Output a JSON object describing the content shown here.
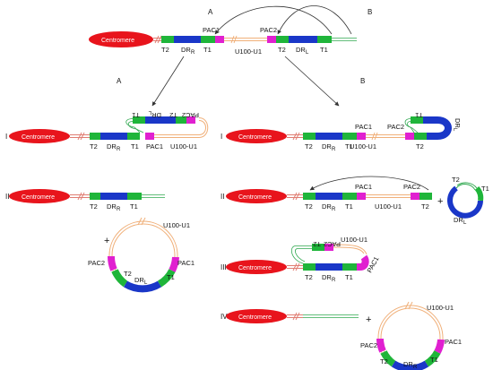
{
  "colors": {
    "centromere": "#e8141c",
    "arm": "#e07d72",
    "telomere": "#2fa84f",
    "t_block": "#1fb53a",
    "dr_block": "#1a37c8",
    "pac_block": "#e020d0",
    "u100": "#f0b07a",
    "arrow": "#555555"
  },
  "top": {
    "centromere": "Centromere",
    "labels": [
      "T2",
      "DR",
      "R",
      "T1",
      "PAC1",
      "U100-U1",
      "PAC2",
      "T2",
      "DR",
      "L",
      "T1"
    ],
    "arrow_a": "A",
    "arrow_b": "B"
  },
  "branch_a": {
    "label": "A",
    "step1": {
      "roman": "I",
      "centromere": "Centromere",
      "bottom": [
        "T2",
        "DR",
        "R",
        "T1",
        "PAC1",
        "U100-U1"
      ],
      "flipped": [
        "T1",
        "DR",
        "L",
        "T2",
        "PAC2"
      ]
    },
    "step2": {
      "roman": "II",
      "centromere": "Centromere",
      "bottom": [
        "T2",
        "DR",
        "R",
        "T1"
      ],
      "plus": "+",
      "circle": [
        "U100-U1",
        "PAC2",
        "T2",
        "DR",
        "L",
        "T1",
        "PAC1"
      ]
    }
  },
  "branch_b": {
    "label": "B",
    "step1": {
      "roman": "I",
      "centromere": "Centromere",
      "bottom": [
        "T2",
        "DR",
        "R",
        "T1",
        "PAC1",
        "U100-U1",
        "PAC2",
        "T2"
      ],
      "flipped": [
        "T1"
      ],
      "side": [
        "DR",
        "L"
      ]
    },
    "step2": {
      "roman": "II",
      "centromere": "Centromere",
      "bottom": [
        "T2",
        "DR",
        "R",
        "T1",
        "PAC1",
        "U100-U1",
        "PAC2",
        "T2"
      ],
      "plus": "+",
      "circle": [
        "T2",
        "T1",
        "DR",
        "L"
      ]
    },
    "step3": {
      "roman": "III",
      "centromere": "Centromere",
      "bottom": [
        "T2",
        "DR",
        "R",
        "T1"
      ],
      "flipped": [
        "T2",
        "PAC2",
        "U100-U1"
      ],
      "diag": "PAC1"
    },
    "step4": {
      "roman": "IV",
      "centromere": "Centromere",
      "plus": "+",
      "circle": [
        "U100-U1",
        "PAC2",
        "T2",
        "DR",
        "R",
        "T1",
        "PAC1"
      ]
    }
  }
}
